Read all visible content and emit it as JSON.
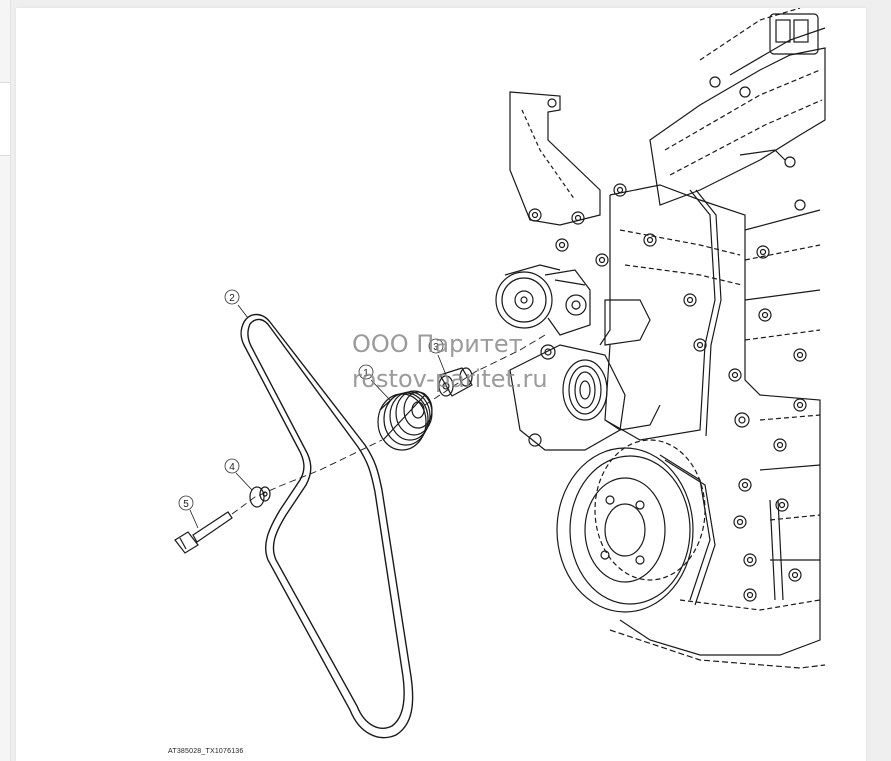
{
  "diagram": {
    "callouts": [
      {
        "id": "1",
        "label": "1"
      },
      {
        "id": "2",
        "label": "2"
      },
      {
        "id": "3",
        "label": "3"
      },
      {
        "id": "4",
        "label": "4"
      },
      {
        "id": "5",
        "label": "5"
      }
    ],
    "watermark_line1": "ООО Паритет",
    "watermark_line2": "rostov-paritet.ru",
    "reference_code": "AT385028_TX1076136"
  }
}
